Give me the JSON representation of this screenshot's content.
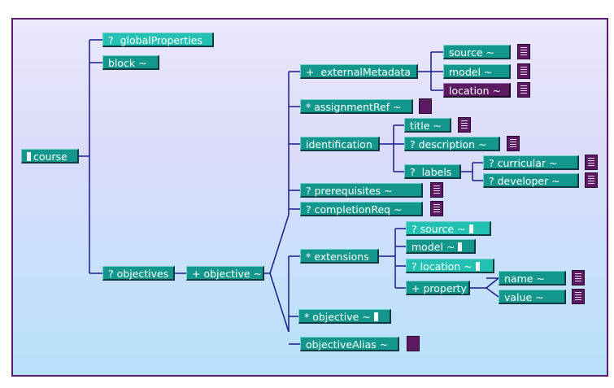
{
  "nodes": {
    "course": "course",
    "globalProperties": "?  globalProperties",
    "block": "block ~",
    "objectives": "? objectives",
    "objective": "+ objective ~",
    "externalMetadata": "+  externalMetadata",
    "source": "source ~",
    "model": "model ~",
    "location": "location ~",
    "assignmentRef": "* assignmentRef ~",
    "identification": "identification",
    "title": "title ~",
    "description": "? description ~",
    "labels": "?  labels",
    "curricular": "? curricular ~",
    "developer": "? developer ~",
    "prerequisites": "? prerequisites ~",
    "completionReq": "? completionReq ~",
    "extensions": "* extensions",
    "ext_source": "? source ~",
    "ext_model": "model ~",
    "ext_location": "? location ~",
    "property": "+ property",
    "name": "name ~",
    "value": "value ~",
    "objective_rec": "* objective ~",
    "objectiveAlias": "objectiveAlias ~"
  },
  "colors": {
    "node_teal": "#13978d",
    "node_light_teal": "#23c1b3",
    "node_purple": "#5b1a62",
    "connector": "#1a1a8c",
    "frame": "#5a1a6e"
  }
}
